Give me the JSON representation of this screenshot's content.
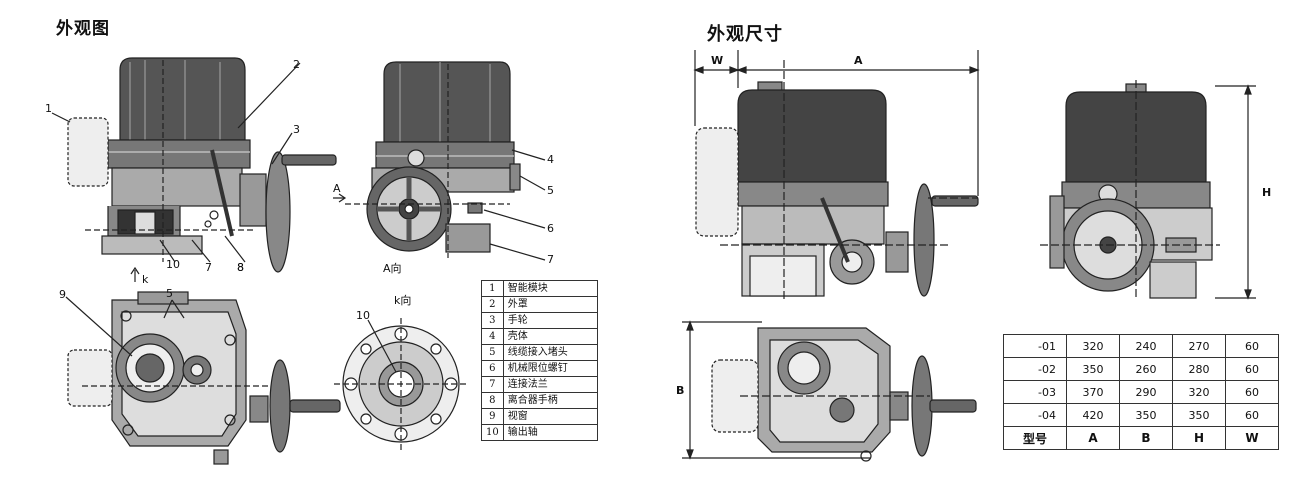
{
  "left_panel": {
    "title": "外观图",
    "callouts": [
      "1",
      "2",
      "3",
      "4",
      "5",
      "6",
      "7",
      "8",
      "9",
      "10",
      "7",
      "8",
      "10",
      "5"
    ],
    "view_labels": {
      "a_arrow": "A",
      "a_view": "A向",
      "k_arrow": "k",
      "k_view": "k向"
    }
  },
  "legend": [
    {
      "num": "1",
      "desc": "智能模块"
    },
    {
      "num": "2",
      "desc": "外罩"
    },
    {
      "num": "3",
      "desc": "手轮"
    },
    {
      "num": "4",
      "desc": "壳体"
    },
    {
      "num": "5",
      "desc": "线缆接入堵头"
    },
    {
      "num": "6",
      "desc": "机械限位螺钉"
    },
    {
      "num": "7",
      "desc": "连接法兰"
    },
    {
      "num": "8",
      "desc": "离合器手柄"
    },
    {
      "num": "9",
      "desc": "视窗"
    },
    {
      "num": "10",
      "desc": "输出轴"
    }
  ],
  "right_panel": {
    "title": "外观尺寸",
    "dim_labels": {
      "w": "W",
      "a": "A",
      "h": "H",
      "b": "B"
    }
  },
  "dimension_table": {
    "rows": [
      {
        "model": "-01",
        "a": "320",
        "b": "240",
        "h": "270",
        "w": "60"
      },
      {
        "model": "-02",
        "a": "350",
        "b": "260",
        "h": "280",
        "w": "60"
      },
      {
        "model": "-03",
        "a": "370",
        "b": "290",
        "h": "320",
        "w": "60"
      },
      {
        "model": "-04",
        "a": "420",
        "b": "350",
        "h": "350",
        "w": "60"
      }
    ],
    "header": {
      "model": "型号",
      "a": "A",
      "b": "B",
      "h": "H",
      "w": "W"
    }
  }
}
